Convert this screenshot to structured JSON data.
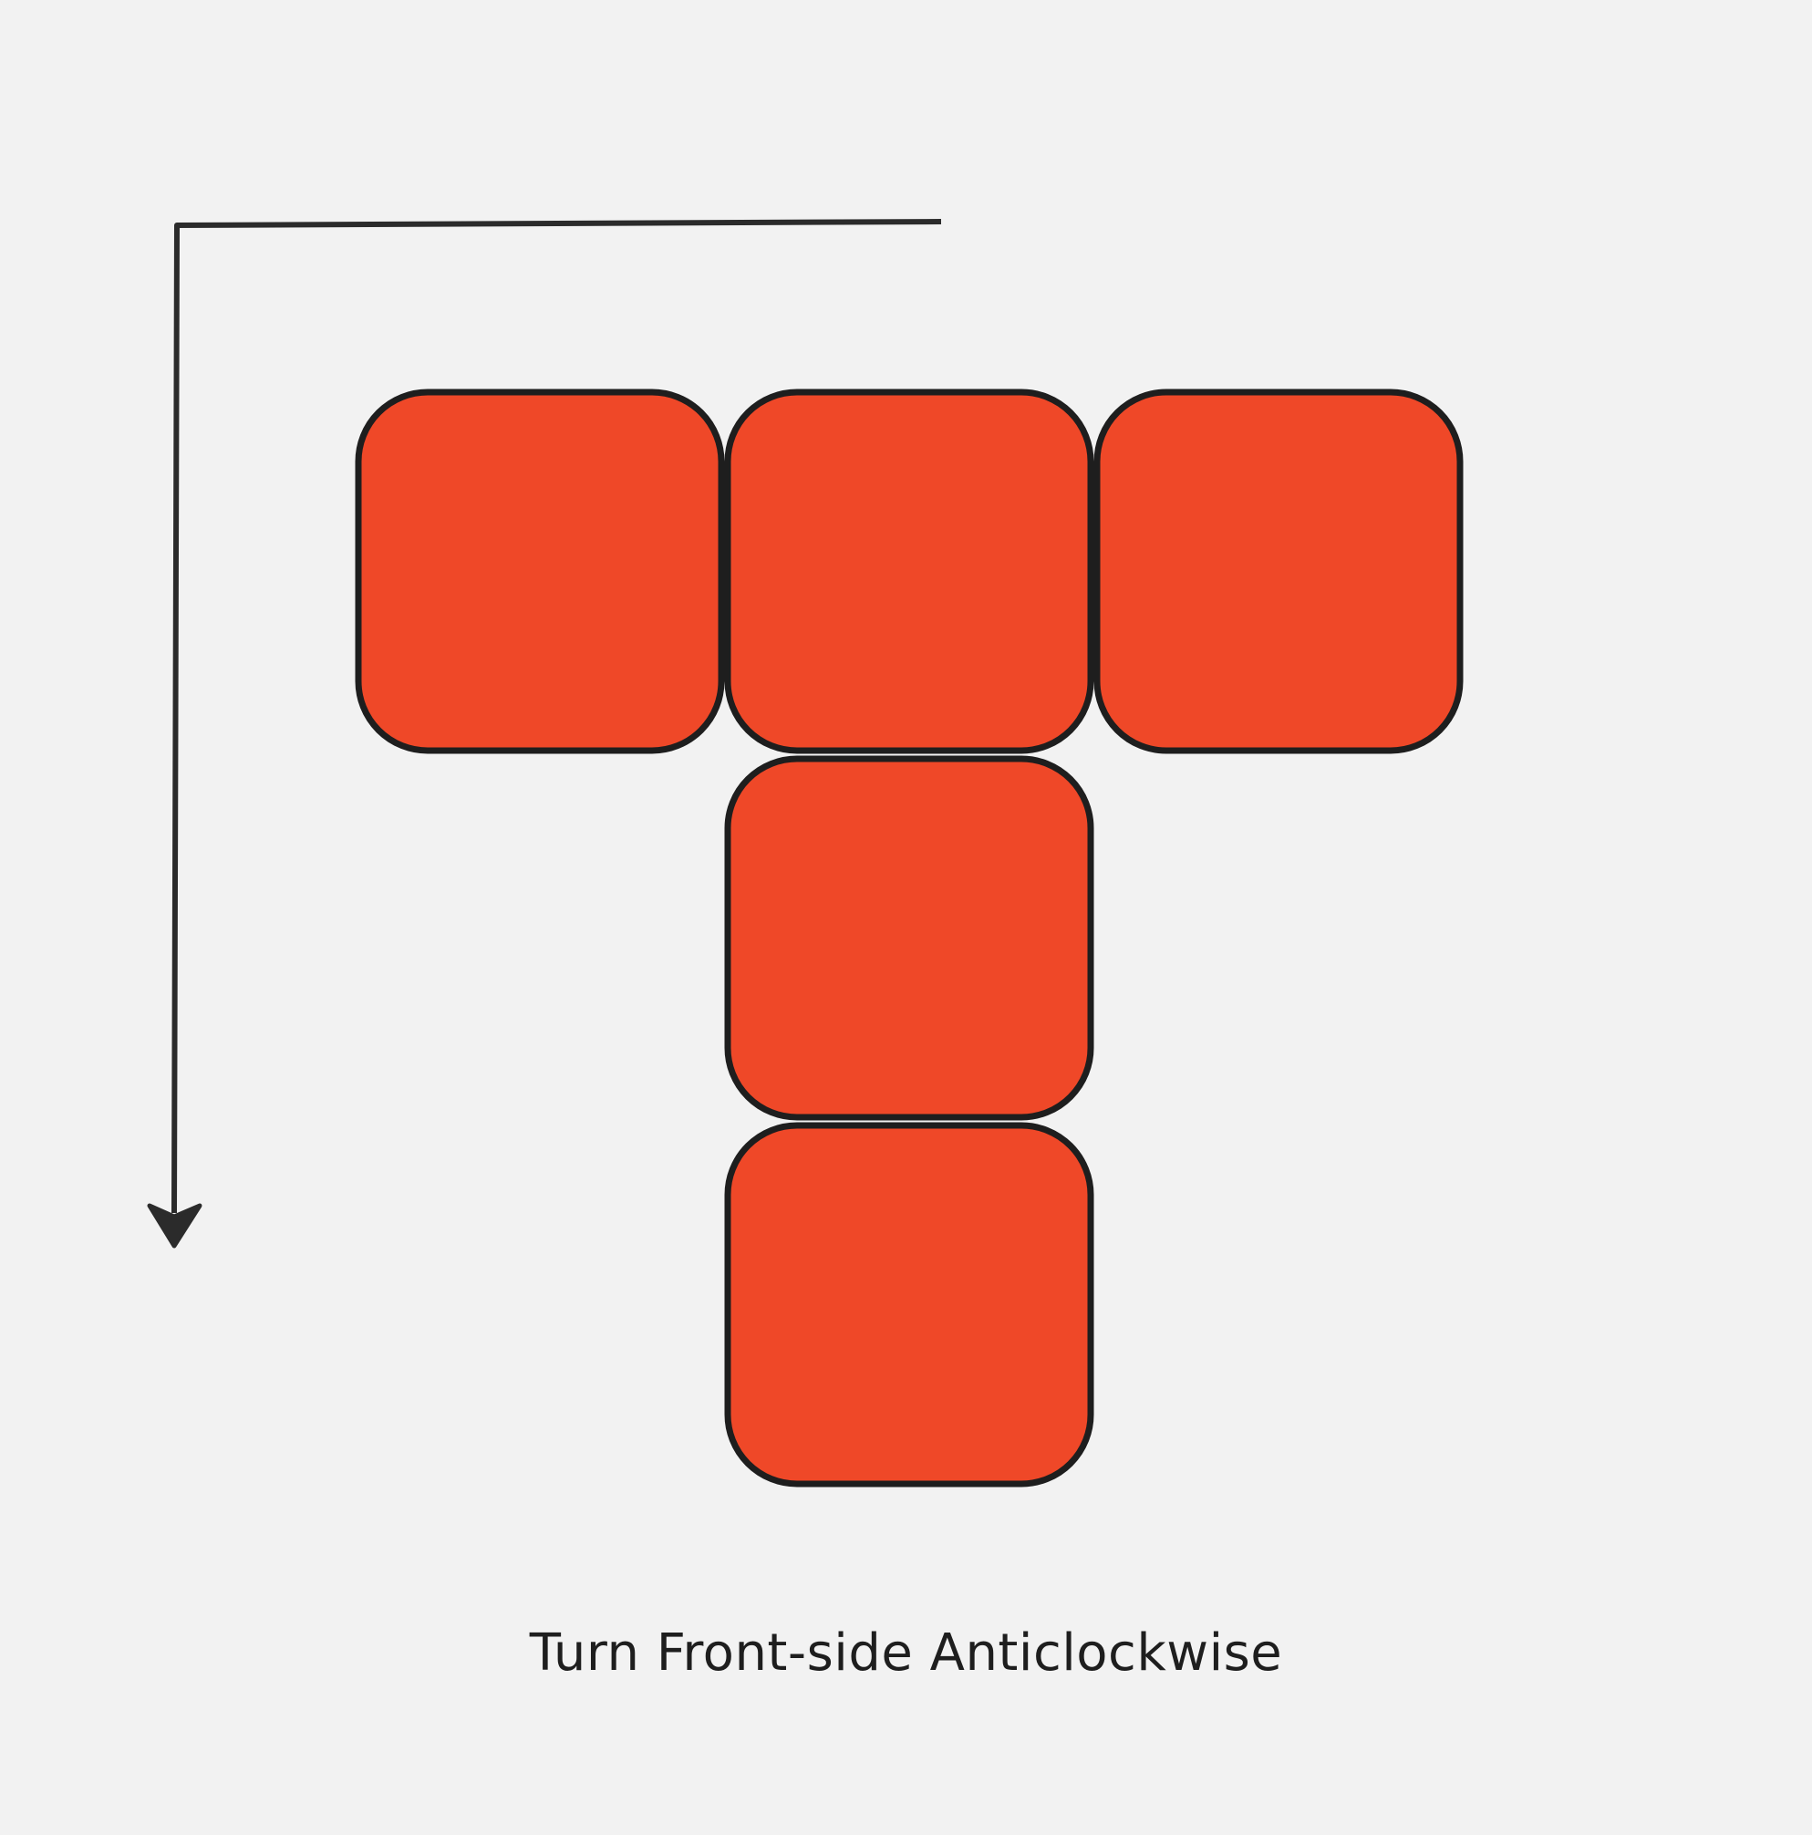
{
  "caption": "Turn Front-side Anticlockwise",
  "colors": {
    "background": "#f2f2f2",
    "tile_fill": "#ef4828",
    "tile_stroke": "#1e1e1e",
    "arrow": "#2b2b2b"
  },
  "tiles": [
    {
      "name": "tile-top-left",
      "row": 0,
      "col": 0
    },
    {
      "name": "tile-top-center",
      "row": 0,
      "col": 1
    },
    {
      "name": "tile-top-right",
      "row": 0,
      "col": 2
    },
    {
      "name": "tile-middle-center",
      "row": 1,
      "col": 1
    },
    {
      "name": "tile-bottom-center",
      "row": 2,
      "col": 1
    }
  ],
  "arrow": {
    "shape": "L-shaped",
    "direction": "down",
    "icon": "turn-arrow-icon"
  }
}
